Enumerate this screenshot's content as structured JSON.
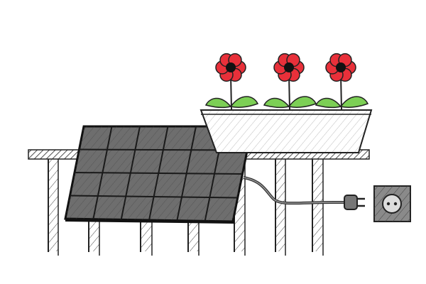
{
  "colors": {
    "panel": "#6e6e6e",
    "panel_grid": "#1a1a1a",
    "petal": "#e8303a",
    "flower_center": "#111111",
    "leaf": "#7ccf55",
    "socket": "#8a8a8a",
    "planter": "#ffffff",
    "ink": "#222222"
  },
  "flowers": [
    {
      "label": "flower-left"
    },
    {
      "label": "flower-middle"
    },
    {
      "label": "flower-right"
    }
  ]
}
